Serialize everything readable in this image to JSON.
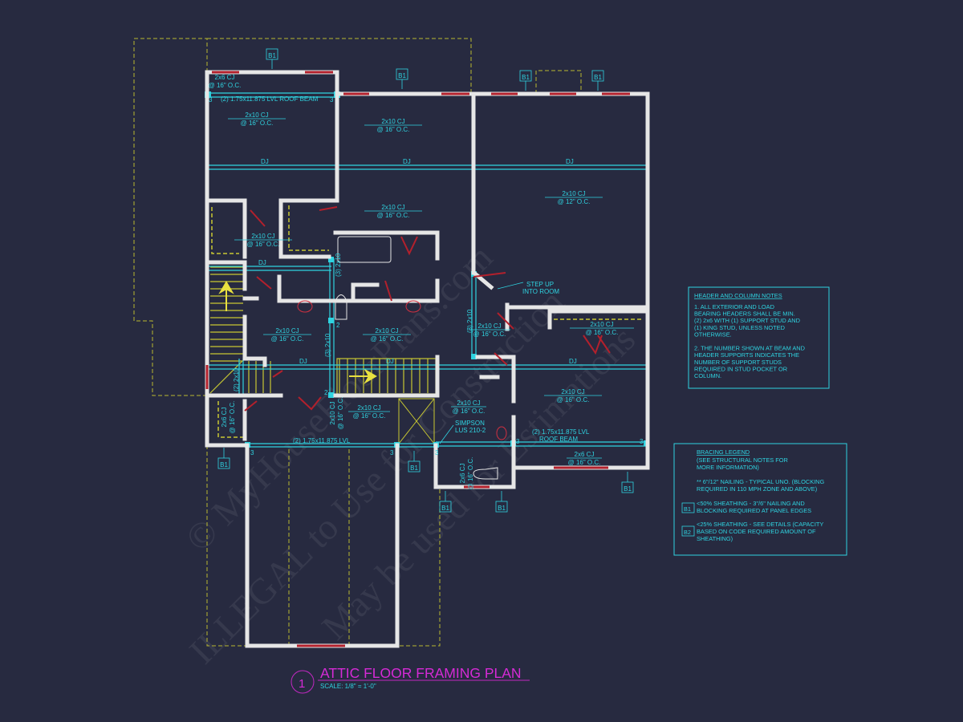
{
  "title": {
    "number": "1",
    "text": "ATTIC FLOOR FRAMING PLAN",
    "scale": "SCALE: 1/8\" = 1'-0\""
  },
  "colors": {
    "background": "#272a40",
    "wall": "#e6e6e6",
    "framing": "#2fd3e0",
    "window": "#b3202c",
    "roof_outline": "#c8c832",
    "title": "#d62ad6"
  },
  "joist_labels": [
    {
      "size": "2x6 CJ",
      "spacing": "@ 16\" O.C."
    },
    {
      "size": "2x10 CJ",
      "spacing": "@ 16\" O.C."
    },
    {
      "size": "2x10 CJ",
      "spacing": "@ 16\" O.C."
    },
    {
      "size": "2x10 CJ",
      "spacing": "@ 12\" O.C."
    },
    {
      "size": "2x10 CJ",
      "spacing": "@ 16\" O.C."
    },
    {
      "size": "2x10 CJ",
      "spacing": "@ 16\" O.C."
    },
    {
      "size": "2x10 CJ",
      "spacing": "@ 16\" O.C."
    },
    {
      "size": "2x10 CJ",
      "spacing": "@ 16\" O.C."
    },
    {
      "size": "2x10 CJ",
      "spacing": "@ 16\" O.C."
    },
    {
      "size": "2x10 CJ",
      "spacing": "@ 16\" O.C."
    },
    {
      "size": "2x10 CJ",
      "spacing": "@ 16\" O.C."
    },
    {
      "size": "2x10 CJ",
      "spacing": "@ 16\" O.C."
    },
    {
      "size": "2x10 CJ",
      "spacing": "@ 16\" O.C."
    },
    {
      "size": "2x10 CJ",
      "spacing": "@ 16\" O.C."
    },
    {
      "size": "2x6 CJ",
      "spacing": "@ 16\" O.C."
    },
    {
      "size": "2x6 CJ",
      "spacing": "@ 16\" O.C."
    },
    {
      "size": "2x6 CJ",
      "spacing": "@ 16\" O.C."
    }
  ],
  "beams": {
    "top_roof_beam": "(2) 1.75x11.875 LVL ROOF BEAM",
    "garage_beam": "(2) 1.75x11.875 LVL",
    "right_roof_beam_line1": "(2) 1.75x11.875 LVL",
    "right_roof_beam_line2": "ROOF BEAM"
  },
  "headers": [
    "(3) 2x10",
    "(3) 2x10",
    "(2) 2x10",
    "(3) 2x10"
  ],
  "dj_labels": [
    "DJ",
    "DJ",
    "DJ",
    "DJ",
    "DJ",
    "DJ",
    "DJ"
  ],
  "bearing_numbers": [
    "3",
    "3",
    "3",
    "3",
    "3",
    "3",
    "3",
    "2",
    "2"
  ],
  "bracing_tags": [
    "B1",
    "B1",
    "B1",
    "B1",
    "B1",
    "B1",
    "B1",
    "B1",
    "B1"
  ],
  "callouts": {
    "step_up_line1": "STEP UP",
    "step_up_line2": "INTO ROOM",
    "simpson_line1": "SIMPSON",
    "simpson_line2": "LUS 210-2"
  },
  "header_notes": {
    "title": "HEADER AND COLUMN NOTES",
    "lines": [
      "1. ALL EXTERIOR AND LOAD",
      "BEARING HEADERS SHALL BE MIN.",
      "(2) 2x6 WITH (1) SUPPORT STUD AND",
      "(1) KING STUD, UNLESS NOTED",
      "OTHERWISE.",
      "",
      "2. THE NUMBER SHOWN AT BEAM AND",
      "HEADER SUPPORTS INDICATES THE",
      "NUMBER OF SUPPORT STUDS",
      "REQUIRED IN STUD POCKET OR",
      "COLUMN."
    ]
  },
  "bracing_legend": {
    "title": "BRACING LEGEND",
    "subtitle_1": "(SEE STRUCTURAL NOTES FOR",
    "subtitle_2": "MORE INFORMATION)",
    "typical_1": "** 6\"/12\" NAILING - TYPICAL UNO. (BLOCKING",
    "typical_2": "REQUIRED IN 110 MPH ZONE AND ABOVE)",
    "b1_tag": "B1",
    "b1_1": "<50% SHEATHING - 3\"/6\" NAILING AND",
    "b1_2": "BLOCKING REQUIRED AT PANEL EDGES",
    "b2_tag": "B2",
    "b2_1": "<25% SHEATHING - SEE DETAILS (CAPACITY",
    "b2_2": "BASED ON CODE REQUIRED AMOUNT OF",
    "b2_3": "SHEATHING)"
  },
  "watermark": [
    "© MyHouseFloorPlans.com",
    "ILLEGAL to Use for Construction",
    "May be used for Estimations"
  ]
}
